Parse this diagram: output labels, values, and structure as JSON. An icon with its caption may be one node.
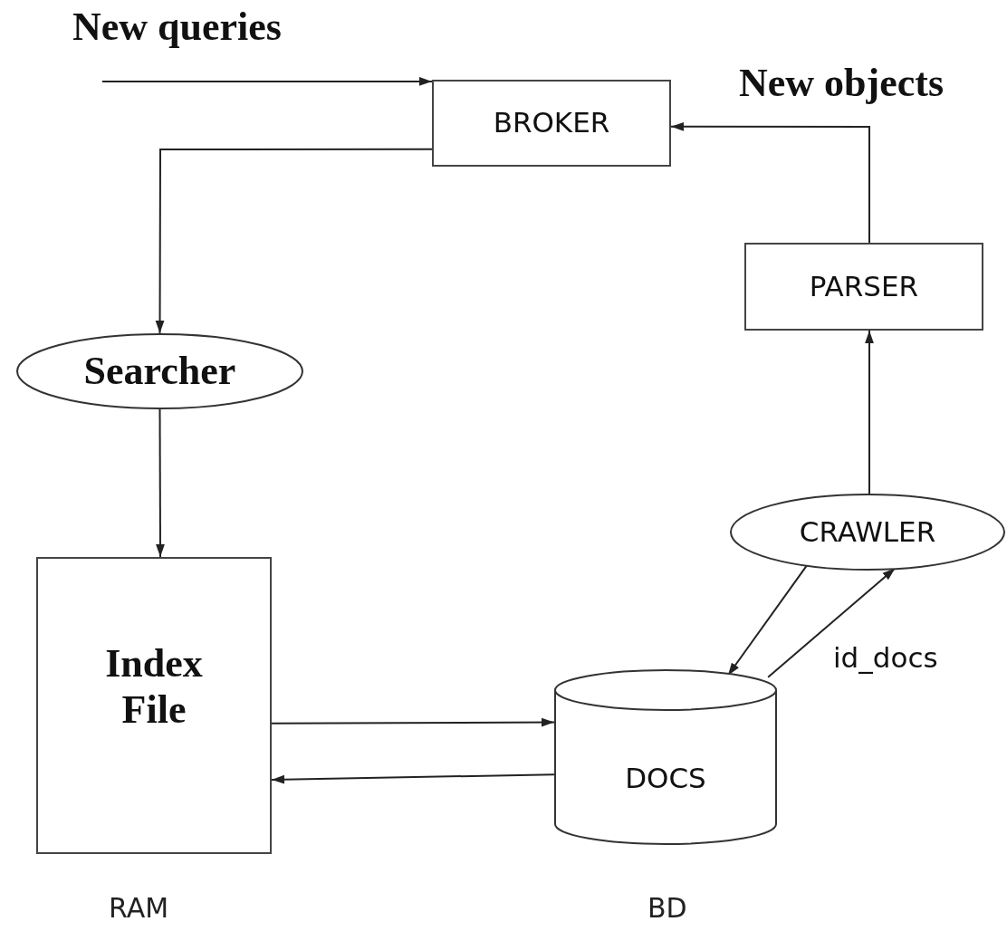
{
  "diagram": {
    "nodes": [
      {
        "text": [
          "BROKER"
        ]
      },
      {
        "text": [
          "PARSER"
        ]
      },
      {
        "text": [
          "Searcher"
        ]
      },
      {
        "text": [
          "CRAWLER"
        ]
      },
      {
        "text": [
          "Index File"
        ],
        "beside": [
          "RAM"
        ]
      },
      {
        "text": [
          "DOCS"
        ],
        "beside": [
          "BD"
        ]
      }
    ],
    "edges": [
      {
        "from": null,
        "to": 0,
        "arrow": "to",
        "label": "New queries"
      },
      {
        "from": 0,
        "to": 2,
        "arrow": "to"
      },
      {
        "from": 1,
        "to": 0,
        "arrow": "to",
        "label": "New objects"
      },
      {
        "from": 3,
        "to": 1,
        "arrow": "to"
      },
      {
        "from": 2,
        "to": 4,
        "arrow": "to"
      },
      {
        "from": 3,
        "to": 5,
        "arrow": "to"
      },
      {
        "from": 5,
        "to": 3,
        "arrow": "to",
        "label": "id_docs"
      },
      {
        "from": 4,
        "to": 5,
        "arrow": "to"
      },
      {
        "from": 5,
        "to": 4,
        "arrow": "to"
      }
    ]
  }
}
